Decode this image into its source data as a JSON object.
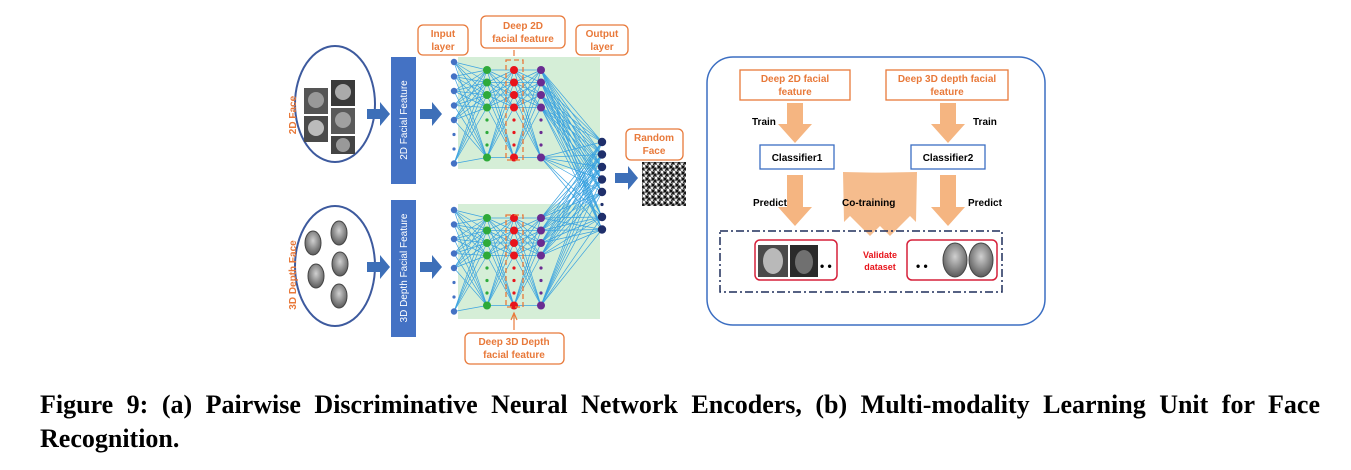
{
  "left": {
    "face2d_label": "2D Face",
    "face3d_label": "3D Depth Face",
    "enc2d_label": "2D Facial Feature",
    "enc3d_label": "3D Depth Facial Feature",
    "input_layer": [
      "Input",
      "layer"
    ],
    "deep2d": [
      "Deep 2D",
      "facial feature"
    ],
    "output_layer": [
      "Output",
      "layer"
    ],
    "deep3d": [
      "Deep 3D Depth",
      "facial feature"
    ],
    "random_face": [
      "Random",
      "Face"
    ]
  },
  "right": {
    "deep2d_box": [
      "Deep 2D facial",
      "feature"
    ],
    "deep3d_box": [
      "Deep 3D depth facial",
      "feature"
    ],
    "train_left": "Train",
    "train_right": "Train",
    "classifier1": "Classifier1",
    "classifier2": "Classifier2",
    "predict_left": "Predict",
    "predict_right": "Predict",
    "cotraining": "Co-training",
    "validate": [
      "Validate",
      "dataset"
    ],
    "dots_left": "• •",
    "dots_right": "• •"
  },
  "colors": {
    "orange": "#E8793A",
    "orange_arrow": "#F5B581",
    "blue_box": "#4472C4",
    "node_blue": "#4472C4",
    "node_green": "#2EAA3A",
    "node_red": "#E8141B",
    "node_purple": "#6A2C91",
    "node_navy": "#1F2F6B",
    "green_bg": "#D5EED7",
    "red_border": "#D6203A",
    "panel_border": "#3B6EC2"
  },
  "caption": "Figure 9: (a) Pairwise Discriminative Neural Network Encoders, (b) Multi-modality Learning Unit for Face Recognition."
}
